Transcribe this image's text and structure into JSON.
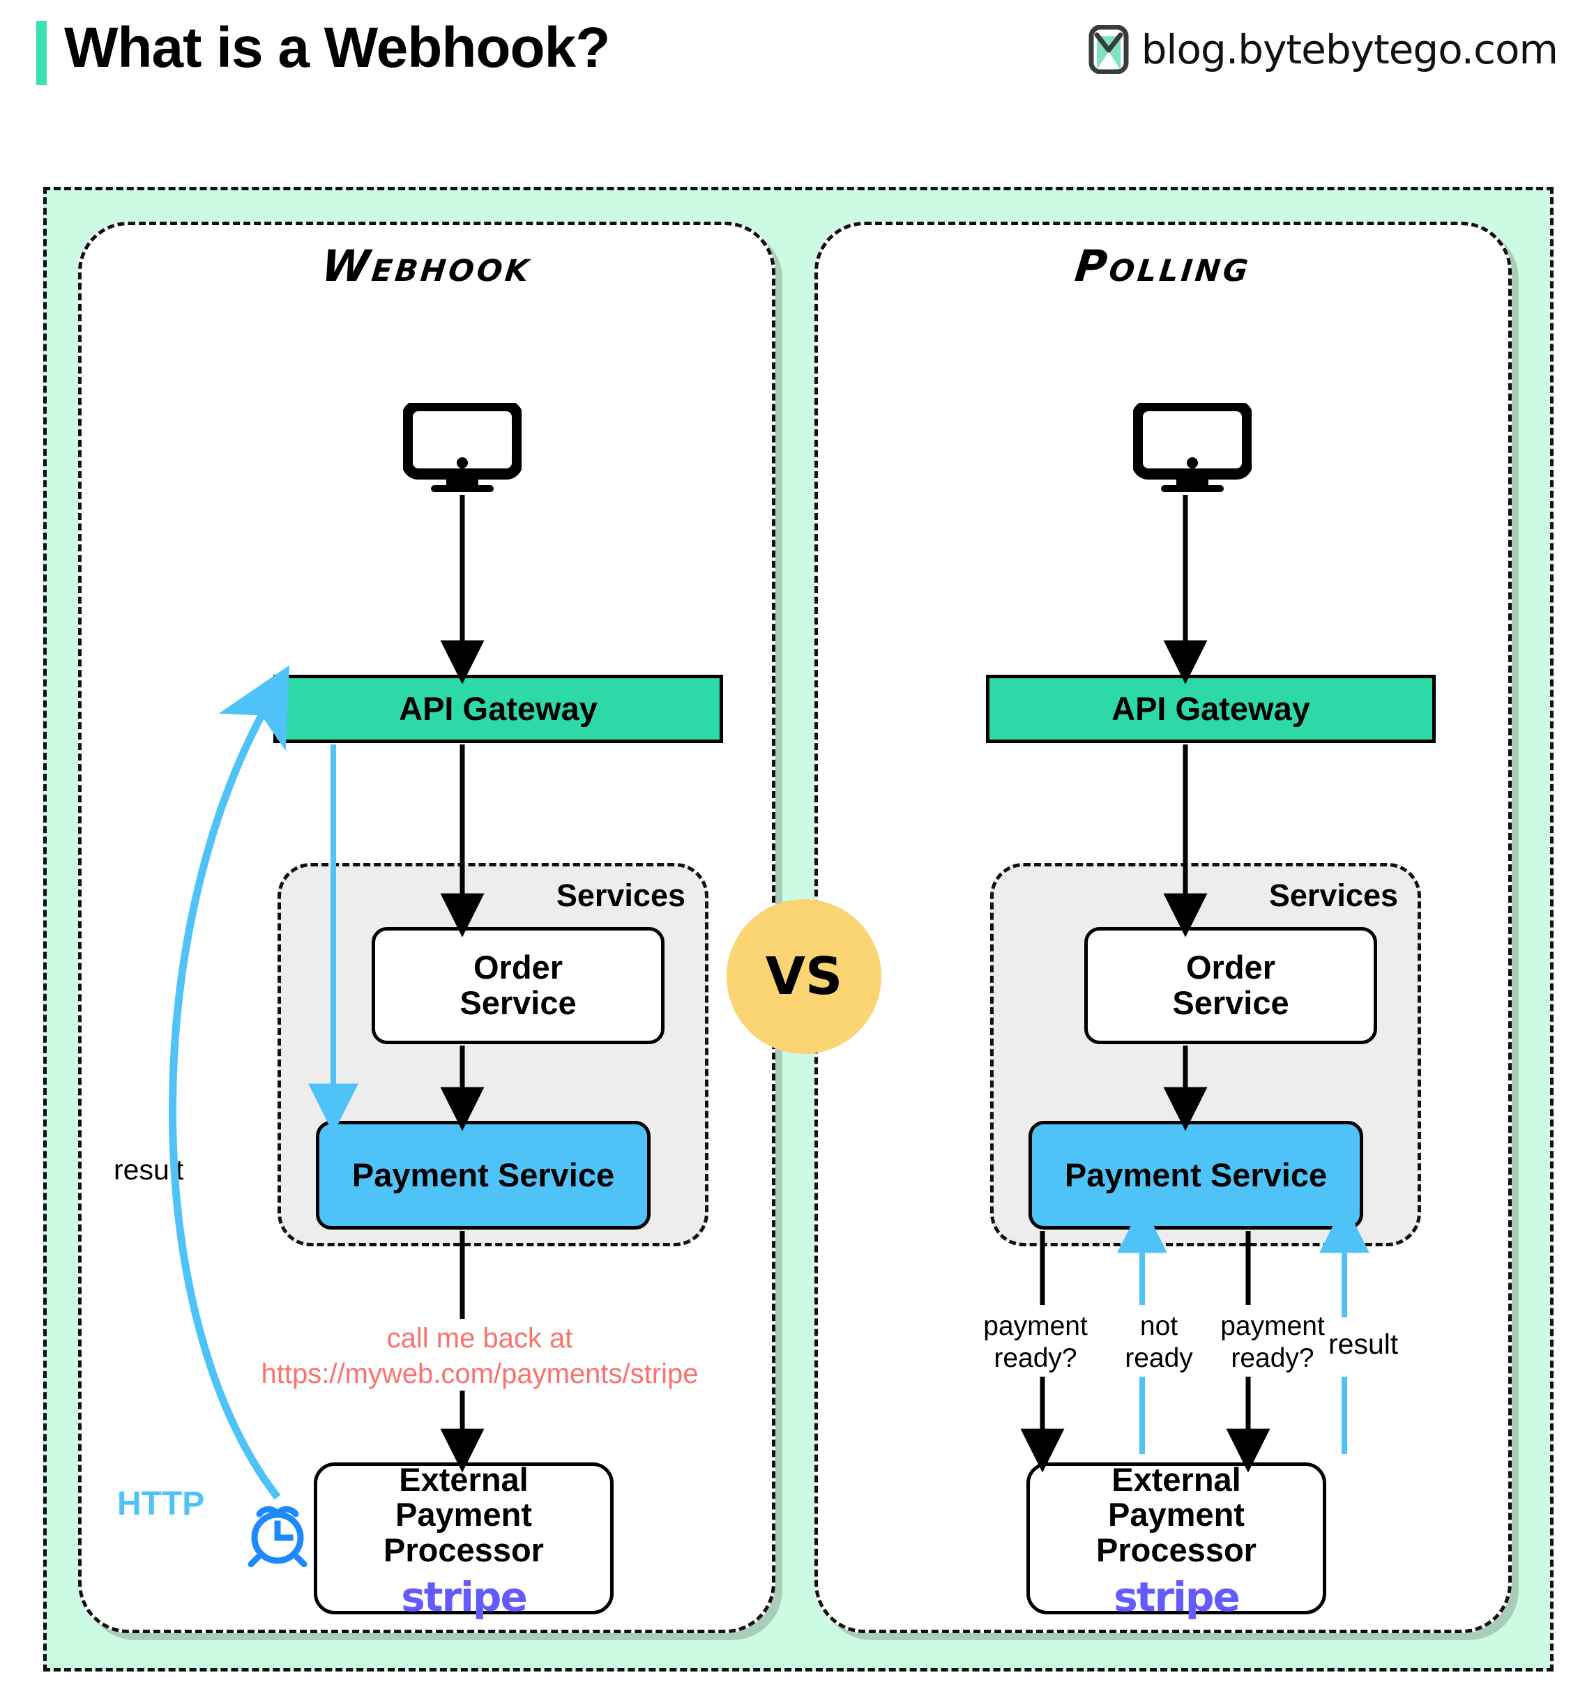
{
  "header": {
    "title": "What is a Webhook?",
    "brand_text": "blog.bytebytego.com",
    "accent_bar_color": "#3DE0B0",
    "logo_icon": "bytebytego-logo-icon"
  },
  "vs_badge": {
    "label": "VS",
    "color": "#FBD473"
  },
  "colors": {
    "panel_background": "#CDFAE2",
    "api_gateway": "#2ED9A8",
    "payment_service": "#4FC3F7",
    "services_box": "#EDEDED",
    "callback_text": "#F9726E",
    "stripe": "#635BFF",
    "http_blue": "#4FC3F7",
    "clock_blue": "#1E88FF"
  },
  "panels": [
    {
      "id": "webhook",
      "title": "Webhook",
      "nodes": {
        "client": "monitor-icon",
        "api_gateway": "API Gateway",
        "services_label": "Services",
        "order_service": "Order\nService",
        "order_service_line1": "Order",
        "order_service_line2": "Service",
        "payment_service": "Payment Service",
        "external_line1": "External",
        "external_line2": "Payment Processor",
        "stripe": "stripe"
      },
      "annotations": {
        "callback_line1": "call me back at",
        "callback_line2": "https://myweb.com/payments/stripe",
        "result": "result",
        "http": "HTTP",
        "clock": "alarm-clock-icon"
      }
    },
    {
      "id": "polling",
      "title": "Polling",
      "nodes": {
        "client": "monitor-icon",
        "api_gateway": "API Gateway",
        "services_label": "Services",
        "order_service_line1": "Order",
        "order_service_line2": "Service",
        "payment_service": "Payment Service",
        "external_line1": "External",
        "external_line2": "Payment Processor",
        "stripe": "stripe"
      },
      "annotations": {
        "poll1_line1": "payment",
        "poll1_line2": "ready?",
        "poll2_line1": "not",
        "poll2_line2": "ready",
        "poll3_line1": "payment",
        "poll3_line2": "ready?",
        "poll4": "result"
      }
    }
  ]
}
